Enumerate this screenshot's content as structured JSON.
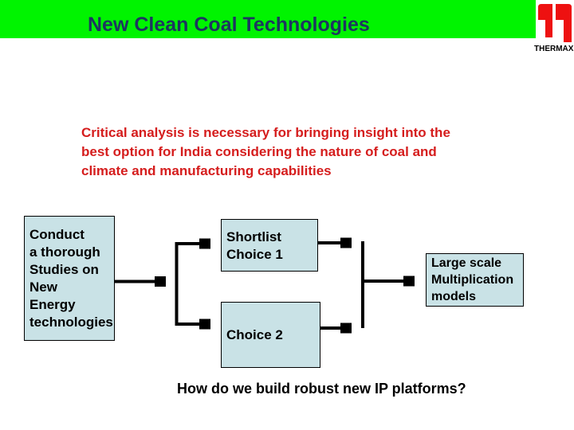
{
  "header": {
    "title": "New Clean Coal Technologies"
  },
  "logo": {
    "brand": "THERMAX"
  },
  "intro": {
    "lines": [
      "Critical analysis is necessary for bringing insight into the",
      "best option for India considering the nature of coal and",
      "climate and manufacturing capabilities"
    ]
  },
  "flowchart": {
    "boxes": [
      {
        "id": "conduct",
        "lines": [
          "Conduct",
          "a thorough",
          "Studies on",
          "New",
          "Energy",
          "technologies"
        ]
      },
      {
        "id": "shortlist",
        "lines": [
          "Shortlist",
          "Choice 1"
        ]
      },
      {
        "id": "choice2",
        "lines": [
          "Choice 2"
        ]
      },
      {
        "id": "largescale",
        "lines": [
          "Large scale",
          "Multiplication",
          "models"
        ]
      }
    ]
  },
  "footer": {
    "question": "How do we build robust new IP platforms?"
  },
  "colors": {
    "header_bar": "#00F400",
    "header_title": "#1D3660",
    "logo_red": "#EE1111",
    "intro_text": "#D51D1D",
    "box_fill": "#C9E2E6",
    "box_border": "#000000",
    "arrow": "#000000",
    "background": "#FFFFFF"
  }
}
